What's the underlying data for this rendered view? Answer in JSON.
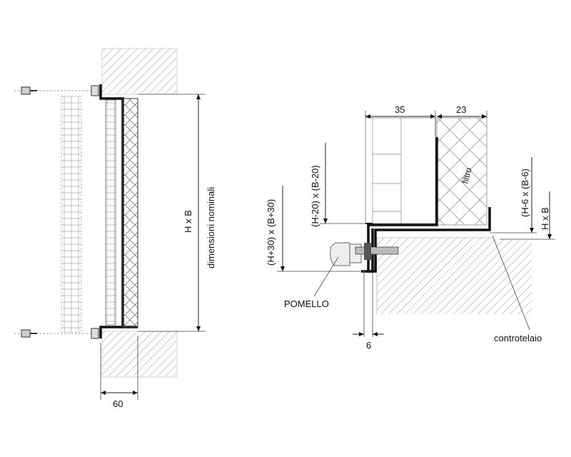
{
  "left_view": {
    "dim_width": "60",
    "dim_height": "H x B",
    "dim_height_caption": "dimensioni nominali"
  },
  "right_view": {
    "dim_top_left": "35",
    "dim_top_right": "23",
    "dim_bottom": "6",
    "dim_outer": "(H+30) x (B+30)",
    "dim_inner": "(H-20) x (B-20)",
    "dim_filter": "(H-6 x (B-6)",
    "dim_nominal": "H x B",
    "label_filter": "filtro",
    "label_knob": "POMELLO",
    "label_subframe": "controtelaio"
  },
  "colors": {
    "line": "#111111",
    "hatch": "#9a9a9a",
    "ghost": "#bdbdbd"
  }
}
